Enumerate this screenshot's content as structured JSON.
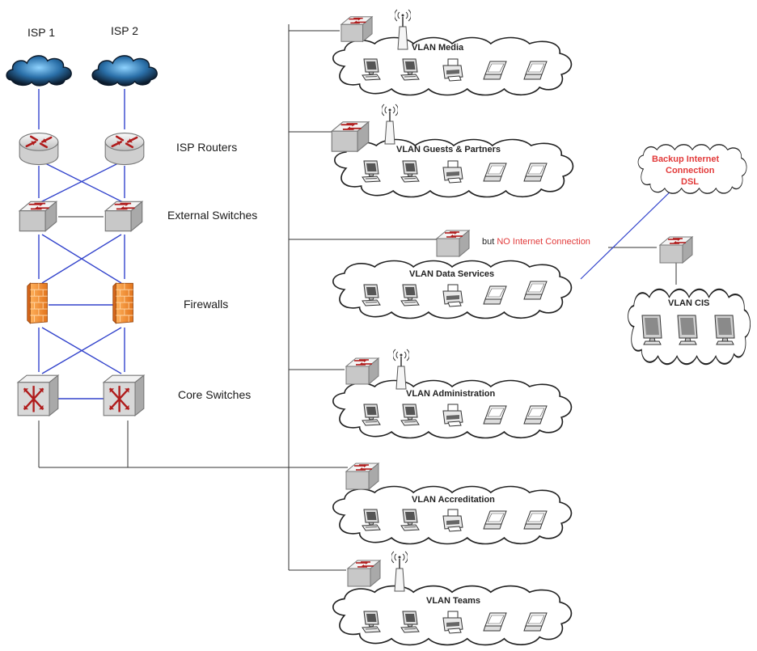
{
  "labels": {
    "isp1": "ISP 1",
    "isp2": "ISP 2",
    "isp_routers": "ISP Routers",
    "external_switches": "External Switches",
    "firewalls": "Firewalls",
    "core_switches": "Core Switches"
  },
  "vlans": {
    "media": "VLAN Media",
    "guests": "VLAN Guests & Partners",
    "data_services": "VLAN Data Services",
    "cis": "VLAN CIS",
    "administration": "VLAN Administration",
    "accreditation": "VLAN Accreditation",
    "teams": "VLAN Teams"
  },
  "backup": {
    "line1": "Backup Internet",
    "line2": "Connection",
    "line3": "DSL"
  },
  "no_internet": {
    "prefix": "but ",
    "highlight": "NO Internet Connection"
  },
  "colors": {
    "link_blue": "#3344cc",
    "link_black": "#333333",
    "warning_red": "#e23a3a",
    "firewall_orange": "#f08a2c"
  },
  "icons": [
    "cloud-icon",
    "router-icon",
    "switch-icon",
    "firewall-icon",
    "core-switch-icon",
    "wireless-ap-icon",
    "desktop-icon",
    "printer-icon",
    "laptop-icon",
    "monitor-icon"
  ]
}
